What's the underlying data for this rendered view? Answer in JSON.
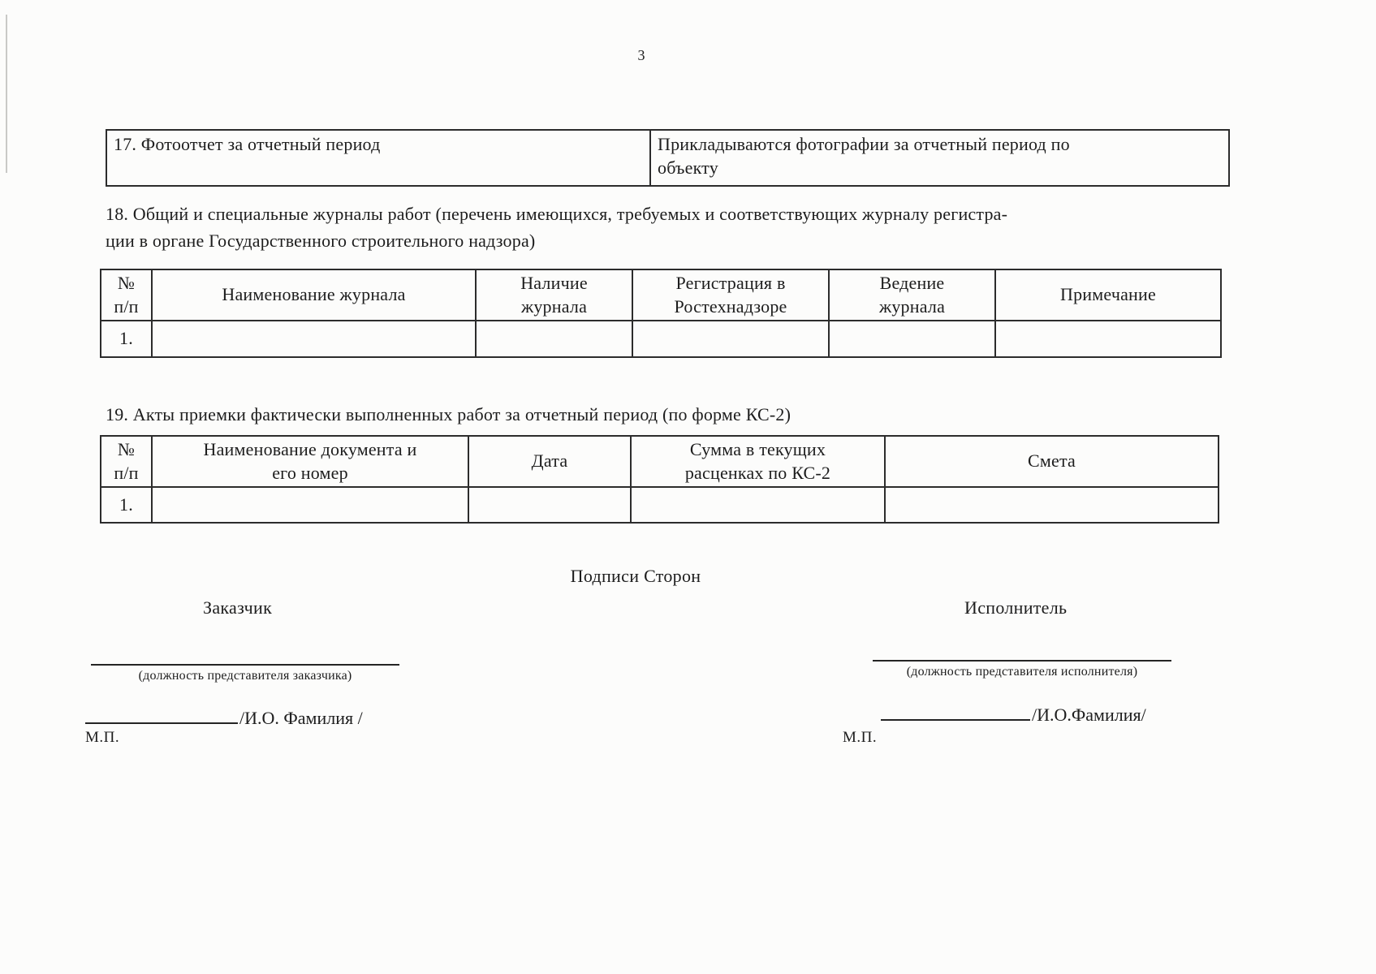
{
  "page": {
    "number": "3"
  },
  "row17": {
    "label": "17. Фотоотчет за отчетный период",
    "value": "Прикладываются фотографии за отчетный период по\nобъекту"
  },
  "section18": {
    "heading_line1": "18. Общий и специальные журналы работ (перечень имеющихся, требуемых и соответствующих журналу регистра-",
    "heading_line2": "ции в органе Государственного строительного надзора)",
    "table": {
      "headers": [
        "№\nп/п",
        "Наименование журнала",
        "Наличие\nжурнала",
        "Регистрация в\nРостехнадзоре",
        "Ведение\nжурнала",
        "Примечание"
      ],
      "rows": [
        [
          "1.",
          "",
          "",
          "",
          "",
          ""
        ]
      ]
    }
  },
  "section19": {
    "heading": "19. Акты приемки фактически выполненных работ за отчетный период (по форме КС-2)",
    "table": {
      "headers": [
        "№\nп/п",
        "Наименование документа и\nего номер",
        "Дата",
        "Сумма в текущих\nрасценках по КС-2",
        "Смета"
      ],
      "rows": [
        [
          "1.",
          "",
          "",
          "",
          ""
        ]
      ]
    }
  },
  "signatures": {
    "title": "Подписи Сторон",
    "customer": {
      "party": "Заказчик",
      "position_caption": "(должность представителя заказчика)",
      "name_suffix": "/И.О. Фамилия /",
      "seal": "М.П."
    },
    "contractor": {
      "party": "Исполнитель",
      "position_caption": "(должность представителя исполнителя)",
      "name_suffix": "/И.О.Фамилия/",
      "seal": "М.П."
    }
  }
}
